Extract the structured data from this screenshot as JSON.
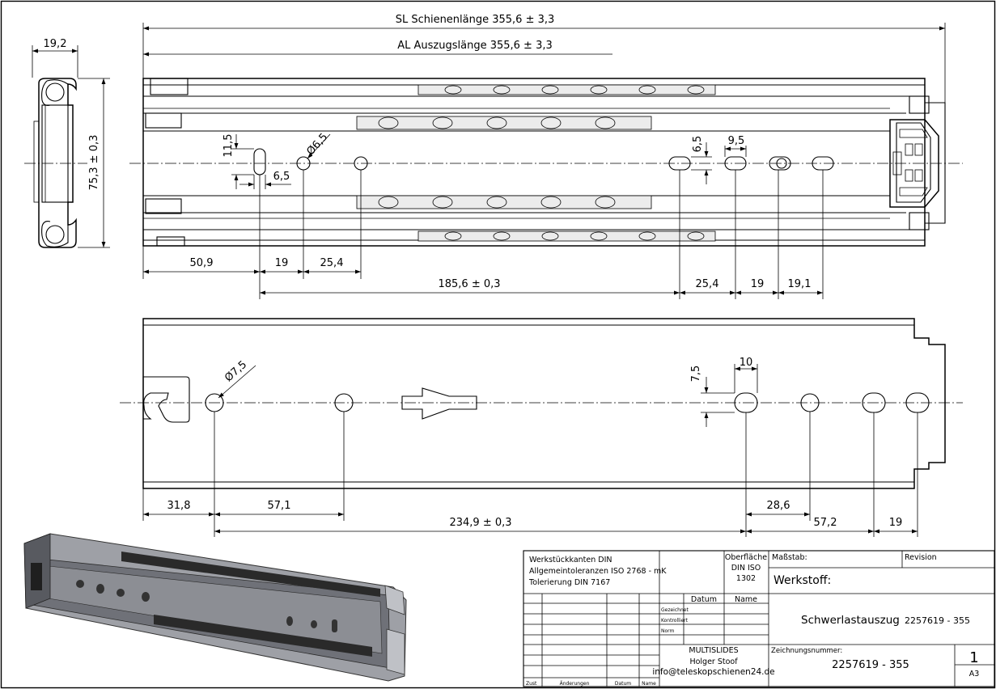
{
  "dimensions": {
    "rail_length": "SL Schienenlänge 355,6 ± 3,3",
    "extension_length": "AL Auszugslänge 355,6 ± 3,3",
    "width": "19,2",
    "height": "75,3 ± 0,3",
    "slot_height_top": "11,5",
    "slot_width_top": "6,5",
    "hole_dia_top": "Ø6,5",
    "slot_height_right_top": "6,5",
    "slot_width_right_top": "9,5",
    "top_50_9": "50,9",
    "top_19_a": "19",
    "top_25_4_a": "25,4",
    "top_185_6": "185,6 ± 0,3",
    "top_25_4_b": "25,4",
    "top_19_b": "19",
    "top_19_1": "19,1",
    "hole_dia_bottom": "Ø7,5",
    "slot_height_bottom": "7,5",
    "slot_width_bottom": "10",
    "bot_31_8": "31,8",
    "bot_57_1": "57,1",
    "bot_234_9": "234,9 ± 0,3",
    "bot_28_6": "28,6",
    "bot_57_2": "57,2",
    "bot_19": "19"
  },
  "title_block": {
    "notes": [
      "Werkstückkanten DIN",
      "Allgemeintoleranzen ISO 2768 - mK",
      "Tolerierung DIN 7167"
    ],
    "surface_label": "Oberfläche",
    "surface_std_1": "DIN ISO",
    "surface_std_2": "1302",
    "scale_label": "Maßstab:",
    "revision_label": "Revision",
    "material_label": "Werkstoff:",
    "datum_col": "Datum",
    "name_col": "Name",
    "role_drawn": "Gezeichnet",
    "role_checked": "Kontrolliert",
    "role_norm": "Norm",
    "part_name": "Schwerlastauszug",
    "part_number": "2257619 - 355",
    "company": "MULTISLIDES",
    "author": "Holger Stoof",
    "email": "info@teleskopschienen24.de",
    "drawing_number_label": "Zeichnungsnummer:",
    "drawing_number": "2257619 - 355",
    "sheet": "1",
    "format": "A3",
    "rev_zust": "Zust",
    "rev_changes": "Änderungen",
    "rev_datum": "Datum",
    "rev_name": "Name"
  }
}
